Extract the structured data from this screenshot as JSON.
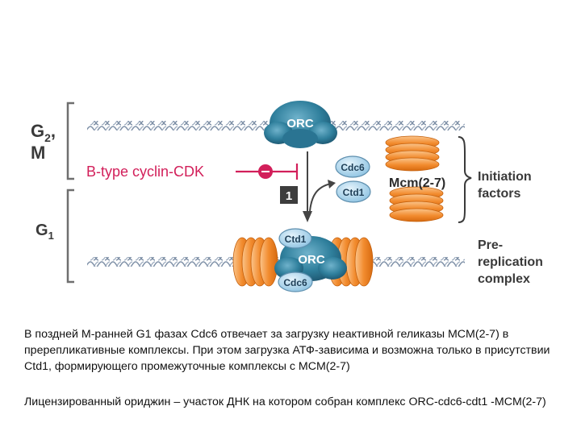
{
  "diagram": {
    "phase_g2m_main": "G",
    "phase_g2m_sub": "2",
    "phase_g2m_suffix": ",",
    "phase_g2m_line2": "M",
    "phase_g1_main": "G",
    "phase_g1_sub": "1",
    "inhibitor_label": "B-type cyclin-CDK",
    "step_number": "1",
    "orc_label": "ORC",
    "cdc6_label": "Cdc6",
    "ctd1_label": "Ctd1",
    "mcm_label": "Mcm(2-7)",
    "initiation_label_line1": "Initiation",
    "initiation_label_line2": "factors",
    "prerc_label_line1": "Pre-",
    "prerc_label_line2": "replication",
    "prerc_label_line3": "complex",
    "colors": {
      "bracket": "#6f6f6f",
      "dna": "#7d8fa6",
      "orc": "#2f7f9c",
      "mcm": "#f28b2e",
      "factor": "#a9d2ea",
      "inhibitor": "#d21f5a",
      "text": "#3a3a3a"
    }
  },
  "caption": {
    "paragraph1": "В поздней М-ранней G1 фазах Cdc6 отвечает за загрузку неактивной геликазы MCM(2-7) в пререпликативные комплексы. При этом загрузка АТФ-зависима и возможна только в присутствии Ctd1, формирующего промежуточные комплексы с MCM(2-7)",
    "paragraph2": "Лицензированный ориджин – участок ДНК на котором собран комплекс ORC-cdc6-cdt1 -MCM(2-7)"
  }
}
